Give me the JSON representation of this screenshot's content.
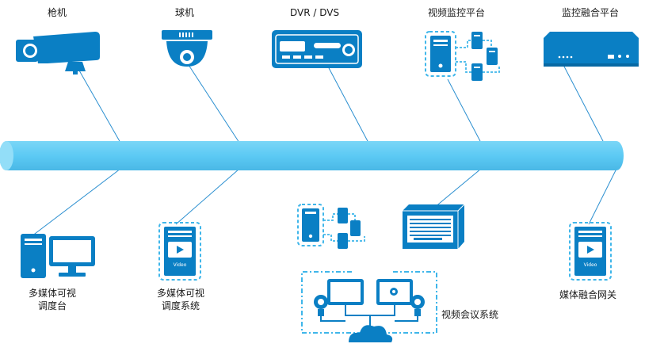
{
  "top_devices": {
    "bullet_camera": "枪机",
    "dome_camera": "球机",
    "dvr_dvs": "DVR / DVS",
    "video_monitor_platform": "视频监控平台",
    "monitor_fusion_platform": "监控融合平台"
  },
  "bottom_devices": {
    "multimedia_console_l1": "多媒体可视",
    "multimedia_console_l2": "调度台",
    "multimedia_system_l1": "多媒体可视",
    "multimedia_system_l2": "调度系统",
    "video_conference": "视频会议系统",
    "media_gateway": "媒体融合网关"
  },
  "icon_text": {
    "video_badge": "Video"
  },
  "colors": {
    "primary": "#0a7fc4",
    "bus": "#5ccaf4",
    "dash": "#3fb6ea",
    "line": "#2b8fd0"
  }
}
